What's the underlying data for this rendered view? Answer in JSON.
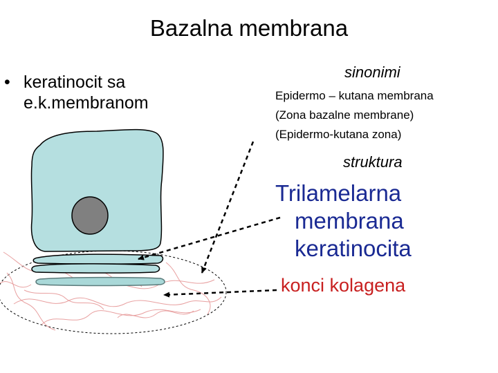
{
  "title": "Bazalna membrana",
  "bullet": {
    "symbol": "•",
    "line1": "keratinocit sa",
    "line2": "e.k.membranom"
  },
  "synonyms": {
    "heading": "sinonimi",
    "items": [
      "Epidermo – kutana membrana",
      "(Zona bazalne membrane)",
      "(Epidermo-kutana zona)"
    ]
  },
  "structure": {
    "heading": "struktura",
    "trilamellar": [
      "Trilamelarna",
      "membrana",
      "keratinocita"
    ],
    "collagen": "konci kolagena"
  },
  "colors": {
    "cell_fill": "#b5dfe0",
    "nucleus_fill": "#808080",
    "trilamellar_text": "#1a2a93",
    "collagen_text": "#c82020",
    "collagen_fibers": "#e8a0a0"
  }
}
